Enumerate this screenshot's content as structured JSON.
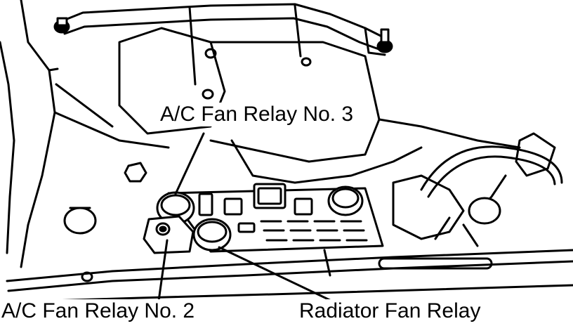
{
  "labels": {
    "relay3": "A/C Fan Relay No. 3",
    "relay2": "A/C Fan Relay No. 2",
    "radiator": "Radiator Fan Relay"
  },
  "colors": {
    "ink": "#000000",
    "paper": "#ffffff"
  }
}
